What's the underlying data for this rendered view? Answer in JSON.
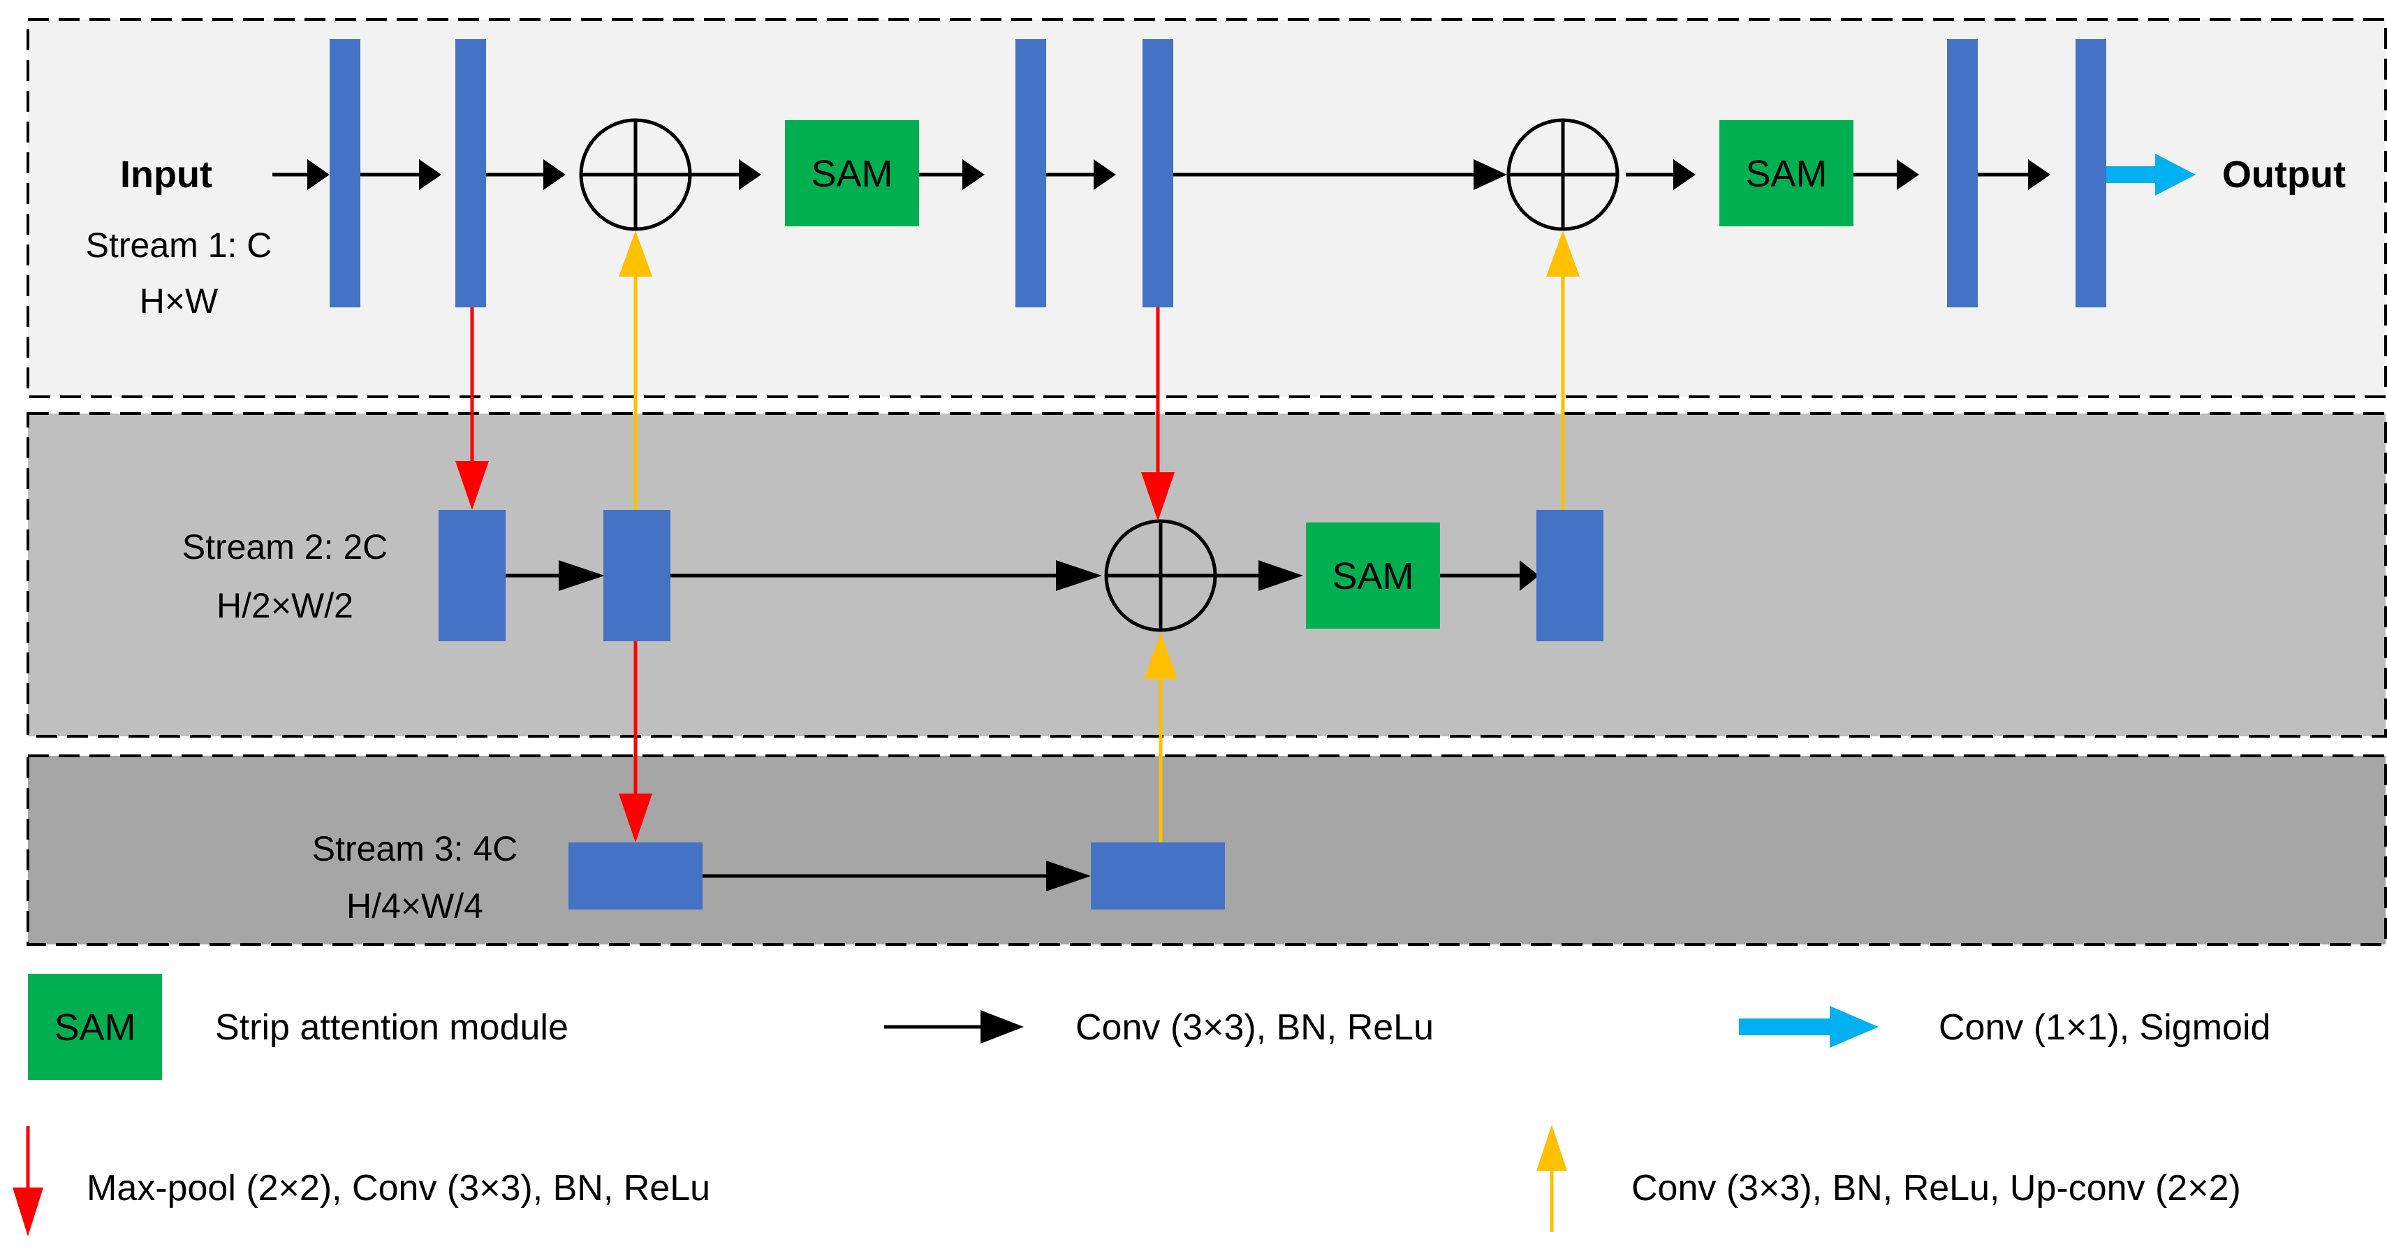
{
  "io": {
    "input": "Input",
    "output": "Output"
  },
  "streams": [
    {
      "title": "Stream 1: C",
      "size": "H×W"
    },
    {
      "title": "Stream 2: 2C",
      "size": "H/2×W/2"
    },
    {
      "title": "Stream 3: 4C",
      "size": "H/4×W/4"
    }
  ],
  "sam_label": "SAM",
  "legend": {
    "sam": "Strip attention module",
    "conv": "Conv (3×3), BN, ReLu",
    "sigmoid": "Conv (1×1), Sigmoid",
    "down": "Max-pool (2×2), Conv (3×3), BN, ReLu",
    "up": "Conv (3×3), BN, ReLu, Up-conv (2×2)"
  },
  "colors": {
    "block": "#4472C4",
    "sam": "#00B050",
    "down_arrow": "#FF0000",
    "up_arrow": "#FFC000",
    "sigmoid_arrow": "#00B0F0",
    "stream1_bg": "#F2F2F2",
    "stream2_bg": "#BFBFBF",
    "stream3_bg": "#A6A6A6"
  }
}
